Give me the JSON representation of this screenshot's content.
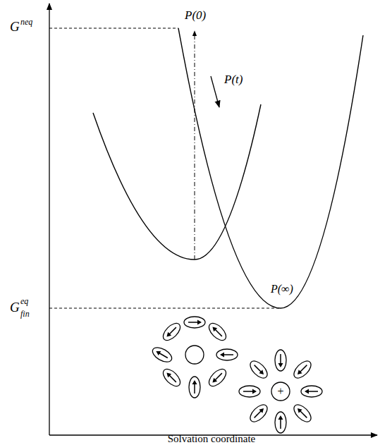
{
  "diagram": {
    "labels": [
      "G",
      "neq",
      "P(0)",
      "P(t)",
      "G",
      "eq",
      "fin",
      "P(∞)",
      "+",
      "Solvation coordinate"
    ]
  }
}
